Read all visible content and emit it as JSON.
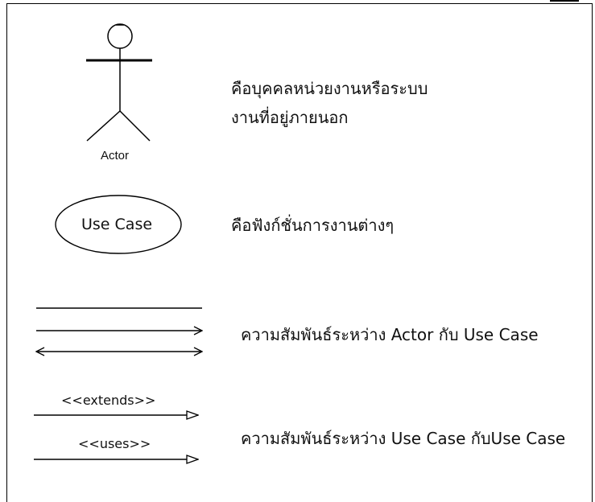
{
  "actor": {
    "label": "Actor",
    "description_line1": "คือบุคคลหน่วยงานหรือระบบ",
    "description_line2": "งานที่อยู่ภายนอก"
  },
  "use_case": {
    "label": "Use Case",
    "description": "คือฟังก์ชั่นการงานต่างๆ"
  },
  "association": {
    "description": "ความสัมพันธ์ระหว่าง Actor กับ Use Case"
  },
  "use_case_relations": {
    "extends_label": "<<extends>>",
    "uses_label": "<<uses>>",
    "description": "ความสัมพันธ์ระหว่าง Use Case กับUse Case"
  }
}
